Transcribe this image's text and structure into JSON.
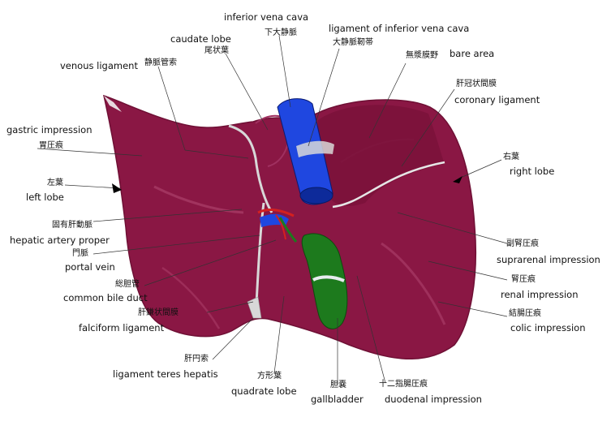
{
  "labels": {
    "inferior_vena_cava": {
      "jp": "下大静脈",
      "en": "inferior vena cava"
    },
    "ivc_ligament": {
      "jp": "大静脈靭帯",
      "en": "ligament of inferior vena cava"
    },
    "caudate_lobe": {
      "jp": "尾状葉",
      "en": "caudate lobe"
    },
    "venous_ligament": {
      "jp": "静脈管索",
      "en": "venous ligament"
    },
    "bare_area": {
      "jp": "無漿膜野",
      "en": "bare area"
    },
    "coronary_ligament": {
      "jp": "肝冠状間膜",
      "en": "coronary ligament"
    },
    "gastric_impression": {
      "jp": "胃圧痕",
      "en": "gastric impression"
    },
    "left_lobe": {
      "jp": "左葉",
      "en": "left lobe"
    },
    "right_lobe": {
      "jp": "右葉",
      "en": "right lobe"
    },
    "hepatic_artery_proper": {
      "jp": "固有肝動脈",
      "en": "hepatic artery proper"
    },
    "portal_vein": {
      "jp": "門脈",
      "en": "portal vein"
    },
    "common_bile_duct": {
      "jp": "総胆管",
      "en": "common bile duct"
    },
    "falciform_ligament": {
      "jp": "肝鎌状間膜",
      "en": "falciform ligament"
    },
    "ligament_teres": {
      "jp": "肝円索",
      "en": "ligament teres hepatis"
    },
    "quadrate_lobe": {
      "jp": "方形葉",
      "en": "quadrate lobe"
    },
    "gallbladder": {
      "jp": "胆嚢",
      "en": "gallbladder"
    },
    "duodenal_impression": {
      "jp": "十二指腸圧痕",
      "en": "duodenal impression"
    },
    "suprarenal_impression": {
      "jp": "副腎圧痕",
      "en": "suprarenal impression"
    },
    "renal_impression": {
      "jp": "腎圧痕",
      "en": "renal impression"
    },
    "colic_impression": {
      "jp": "結腸圧痕",
      "en": "colic impression"
    }
  },
  "colors": {
    "liver": "#8a1744",
    "liver_dark": "#6f1035",
    "liver_highlight": "#b44a74",
    "vena_cava": "#1f47e0",
    "gallbladder": "#1d7a1d",
    "artery": "#d42020",
    "ligament": "#d8d8d8",
    "leader": "#333333"
  }
}
